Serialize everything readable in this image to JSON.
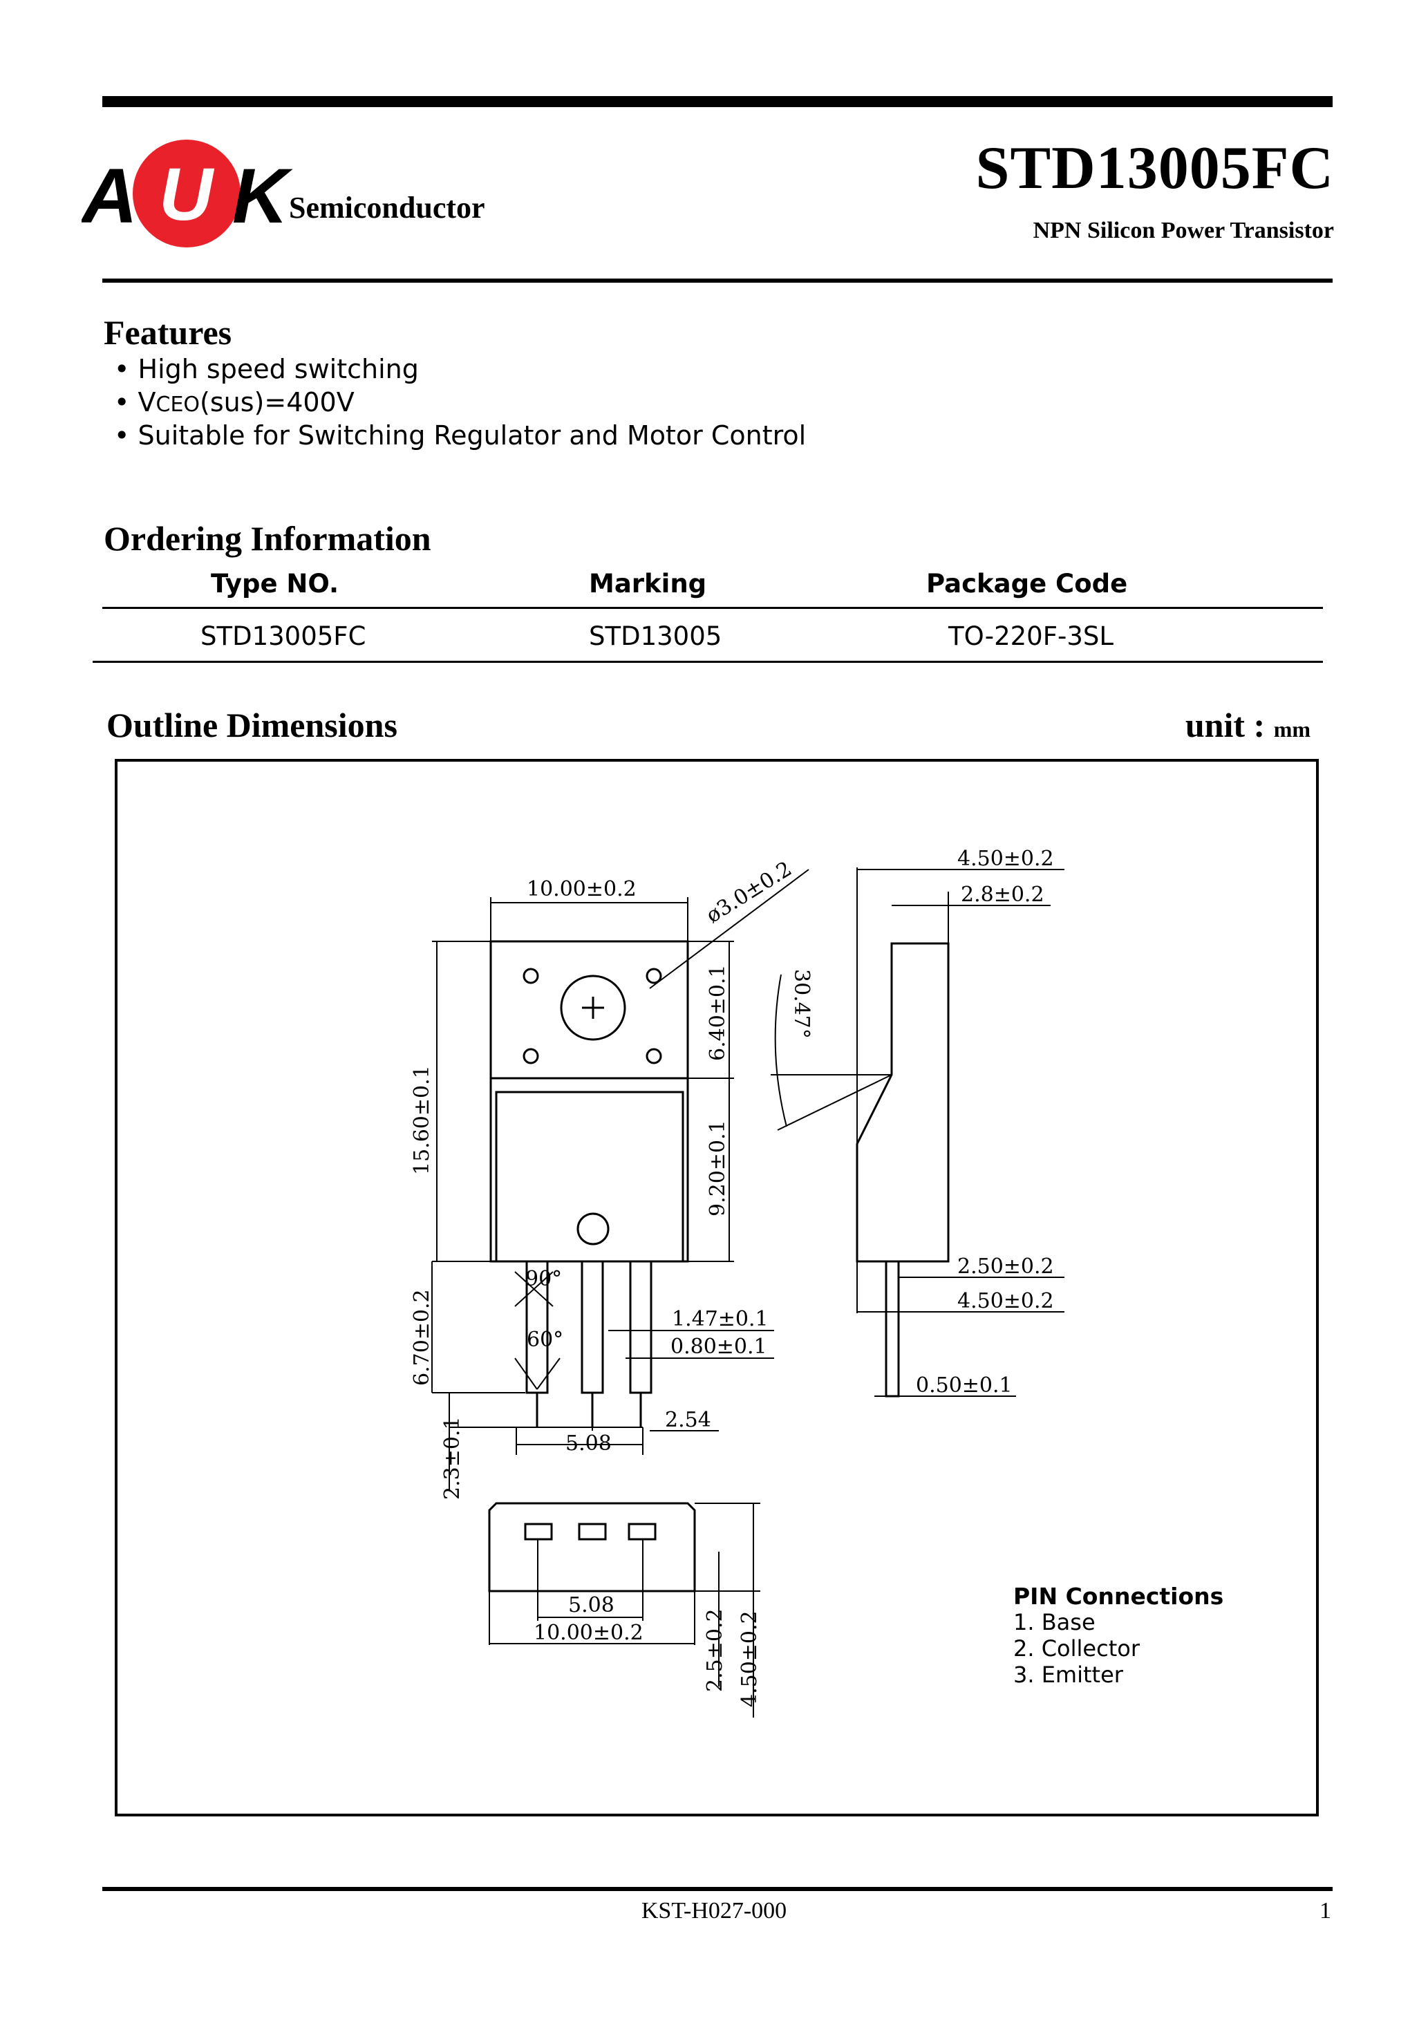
{
  "header": {
    "logo_letters": "AUK",
    "logo_word": "Semiconductor",
    "part_number": "STD13005FC",
    "description": "NPN Silicon Power Transistor",
    "colors": {
      "logo_red": "#e8212a",
      "rule": "#000000"
    }
  },
  "features": {
    "title": "Features",
    "items": [
      {
        "bullet": "•",
        "prefix": "High speed switching",
        "sub": "",
        "suffix": ""
      },
      {
        "bullet": "•",
        "prefix": "V",
        "sub": "CEO",
        "suffix": "(sus)=400V"
      },
      {
        "bullet": "•",
        "prefix": "Suitable for Switching Regulator and Motor Control",
        "sub": "",
        "suffix": ""
      }
    ]
  },
  "ordering": {
    "title": "Ordering Information",
    "columns": [
      "Type NO.",
      "Marking",
      "Package Code"
    ],
    "rows": [
      [
        "STD13005FC",
        "STD13005",
        "TO-220F-3SL"
      ]
    ]
  },
  "outline": {
    "title": "Outline Dimensions",
    "unit_label": "unit :",
    "unit": "mm",
    "dimensions": {
      "width": "10.00±0.2",
      "hole_dia": "ø3.0±0.2",
      "upper_height": "6.40±0.1",
      "body_height": "15.60±0.1",
      "lower_height": "9.20±0.1",
      "lead_length": "6.70±0.2",
      "lead_tip": "2.3±0.1",
      "angle_90": "90°",
      "angle_60": "60°",
      "lead_w1": "1.47±0.1",
      "lead_w2": "0.80±0.1",
      "pitch": "2.54",
      "pitch2": "5.08",
      "side_total": "4.50±0.2",
      "side_top": "2.8±0.2",
      "side_angle": "30.47°",
      "side_mid": "2.50±0.2",
      "side_low": "4.50±0.2",
      "lead_thick": "0.50±0.1",
      "bottom_pitch": "5.08",
      "bottom_width": "10.00±0.2",
      "bottom_h1": "2.5±0.2",
      "bottom_h2": "4.50±0.2"
    },
    "pins": {
      "title": "PIN Connections",
      "items": [
        "1. Base",
        "2. Collector",
        "3. Emitter"
      ]
    }
  },
  "footer": {
    "doc_code": "KST-H027-000",
    "page": "1"
  }
}
